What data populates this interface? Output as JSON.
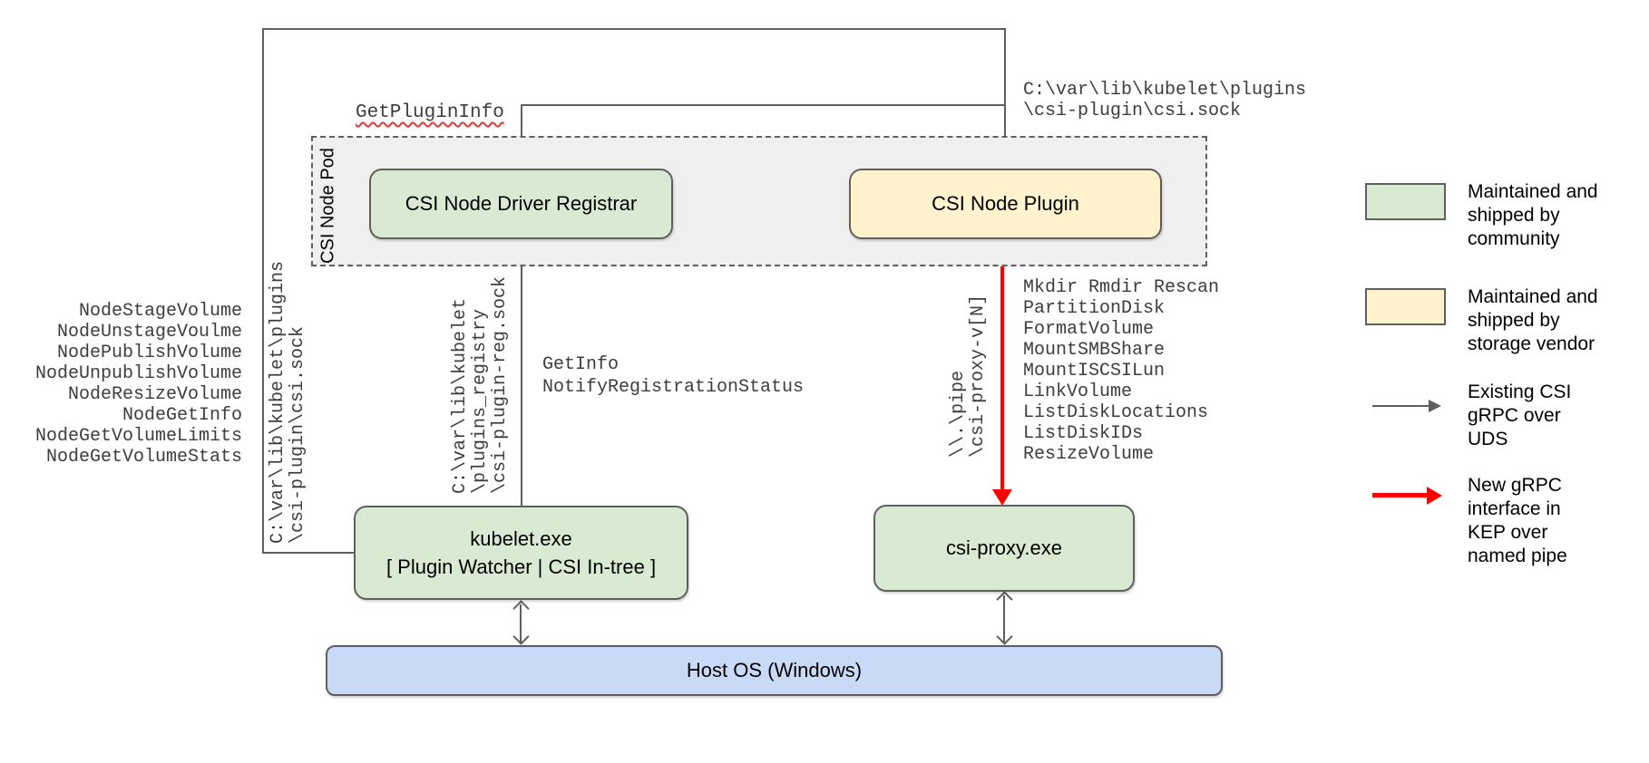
{
  "diagram": {
    "pod": {
      "label": "CSI Node Pod"
    },
    "boxes": {
      "registrar": {
        "label": "CSI Node Driver Registrar"
      },
      "plugin": {
        "label": "CSI Node Plugin"
      },
      "kubelet": {
        "title": "kubelet.exe",
        "subtitle": "[ Plugin Watcher | CSI In-tree ]"
      },
      "csi_proxy": {
        "label": "csi-proxy.exe"
      },
      "host_os": {
        "label": "Host OS (Windows)"
      }
    },
    "annotations": {
      "get_plugin_info": "GetPluginInfo",
      "csi_sock_path_horizontal": [
        "C:\\var\\lib\\kubelet\\plugins",
        "\\csi-plugin\\csi.sock"
      ],
      "csi_sock_path_vertical": [
        "C:\\var\\lib\\kubelet\\plugins",
        "\\csi-plugin\\csi.sock"
      ],
      "registry_sock_path_vertical": [
        "C:\\var\\lib\\kubelet",
        "\\plugins_registry",
        "\\csi-plugin-reg.sock"
      ],
      "named_pipe_path_vertical": [
        "\\\\.\\pipe",
        "\\csi-proxy-v[N]"
      ],
      "registration_calls": [
        "GetInfo",
        "NotifyRegistrationStatus"
      ],
      "node_rpc_calls": [
        "NodeStageVolume",
        "NodeUnstageVoulme",
        "NodePublishVolume",
        "NodeUnpublishVolume",
        "NodeResizeVolume",
        "NodeGetInfo",
        "NodeGetVolumeLimits",
        "NodeGetVolumeStats"
      ],
      "proxy_rpc_calls": [
        "Mkdir Rmdir Rescan",
        "PartitionDisk",
        "FormatVolume",
        "MountSMBShare",
        "MountISCSILun",
        "LinkVolume",
        "ListDiskLocations",
        "ListDiskIDs",
        "ResizeVolume"
      ]
    },
    "legend": {
      "community": {
        "label": [
          "Maintained and",
          "shipped by",
          "community"
        ]
      },
      "vendor": {
        "label": [
          "Maintained and",
          "shipped by",
          "storage vendor"
        ]
      },
      "uds": {
        "label": [
          "Existing CSI",
          "gRPC over",
          "UDS"
        ]
      },
      "named_pipe": {
        "label": [
          "New gRPC",
          "interface in",
          "KEP over",
          "named pipe"
        ]
      }
    },
    "colors": {
      "community_green": "#d9ead3",
      "vendor_yellow": "#fff2cc",
      "host_blue": "#c9daf8",
      "pod_gray": "#efefef",
      "line_gray": "#5f5f5f",
      "new_interface_red": "#ff0000"
    }
  }
}
